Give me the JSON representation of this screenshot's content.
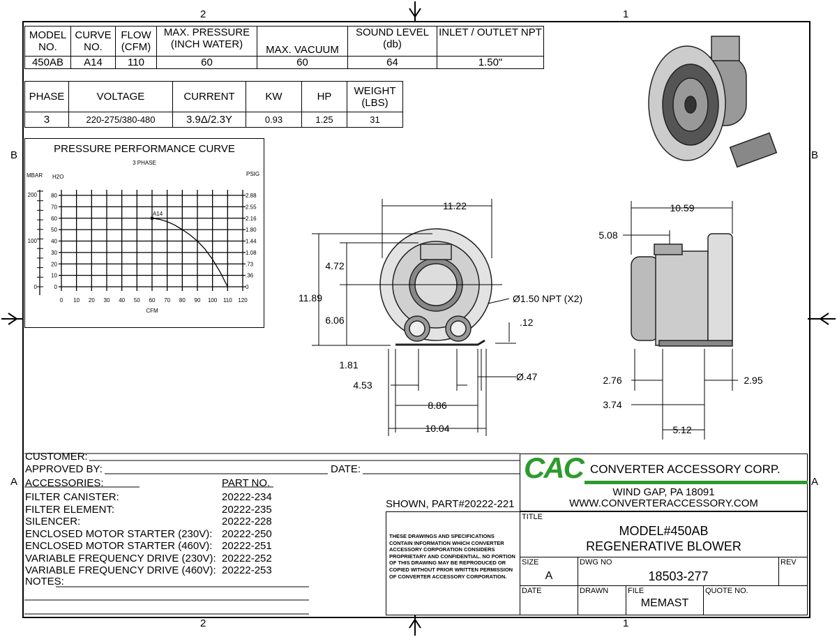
{
  "frame": {
    "zone_top_left": "2",
    "zone_top_right": "1",
    "zone_bottom_left": "2",
    "zone_bottom_right": "1",
    "zone_b": "B",
    "zone_a": "A"
  },
  "spec_table_1": {
    "headers": [
      "MODEL NO.",
      "CURVE NO.",
      "FLOW (CFM)",
      "MAX. PRESSURE (INCH WATER)",
      "MAX. VACUUM",
      "SOUND LEVEL (db)",
      "INLET / OUTLET NPT"
    ],
    "values": [
      "450AB",
      "A14",
      "110",
      "60",
      "60",
      "64",
      "1.50\""
    ]
  },
  "spec_table_2": {
    "headers": [
      "PHASE",
      "VOLTAGE",
      "CURRENT",
      "KW",
      "HP",
      "WEIGHT (LBS)"
    ],
    "values": [
      "3",
      "220-275/380-480",
      "3.9Δ/2.3Y",
      "0.93",
      "1.25",
      "31"
    ]
  },
  "chart_data": {
    "type": "line",
    "title": "PRESSURE PERFORMANCE CURVE",
    "subtitle": "3 PHASE",
    "xlabel": "CFM",
    "ylabel": "H2O",
    "ylabel_left_outer": "MBAR",
    "ylabel_right": "PSIG",
    "x_ticks": [
      0,
      10,
      20,
      30,
      40,
      50,
      60,
      70,
      80,
      90,
      100,
      110,
      120
    ],
    "y_ticks": [
      0,
      10,
      20,
      30,
      40,
      50,
      60,
      70,
      80
    ],
    "mbar_ticks": [
      "0",
      "100",
      "200"
    ],
    "psig_ticks": [
      "0",
      ".36",
      ".73",
      "1.08",
      "1.44",
      "1.80",
      "2.16",
      "2.55",
      "2.88"
    ],
    "xlim": [
      0,
      120
    ],
    "ylim": [
      0,
      80
    ],
    "grid": true,
    "series": [
      {
        "name": "A14",
        "x": [
          60,
          65,
          70,
          75,
          80,
          85,
          90,
          95,
          100,
          105,
          110
        ],
        "y": [
          60,
          59,
          57,
          54,
          50,
          45.5,
          40,
          33,
          24,
          13,
          0
        ]
      }
    ],
    "annotation": "A14"
  },
  "dimensions": {
    "front": [
      "11.22",
      "4.72",
      "11.89",
      "6.06",
      "1.81",
      "4.53",
      "8.86",
      "10.04",
      "Ø1.50 NPT (X2)",
      ".12",
      "Ø.47"
    ],
    "side": [
      "10.59",
      "5.08",
      "2.76",
      "2.95",
      "3.74",
      "5.12"
    ]
  },
  "customer": {
    "customer_label": "CUSTOMER:",
    "approved_label": "APPROVED BY:",
    "date_label": "DATE:",
    "accessories_label": "ACCESSORIES:",
    "part_no_label": "PART NO.",
    "notes_label": "NOTES:",
    "accessories": [
      {
        "name": "FILTER CANISTER:",
        "part": "20222-234"
      },
      {
        "name": "FILTER ELEMENT:",
        "part": "20222-235"
      },
      {
        "name": "SILENCER:",
        "part": "20222-228"
      },
      {
        "name": "ENCLOSED MOTOR STARTER (230V):",
        "part": "20222-250"
      },
      {
        "name": "ENCLOSED MOTOR STARTER (460V):",
        "part": "20222-251"
      },
      {
        "name": "VARIABLE FREQUENCY DRIVE (230V):",
        "part": "20222-252"
      },
      {
        "name": "VARIABLE FREQUENCY DRIVE (460V):",
        "part": "20222-253"
      }
    ]
  },
  "shown_part": "SHOWN, PART#20222-221",
  "company": {
    "logo": "CAC",
    "name": "CONVERTER ACCESSORY CORP.",
    "address": "WIND GAP, PA 18091",
    "website": "WWW.CONVERTERACCESSORY.COM",
    "color": "#2e9a2e"
  },
  "disclaimer": "THESE DRAWINGS AND SPECIFICATIONS CONTAIN INFORMATION WHICH CONVERTER ACCESSORY CORPORATION CONSIDERS PROPRIETARY AND CONFIDENTIAL. NO PORTION OF THIS DRAWING MAY BE REPRODUCED OR COPIED WITHOUT PRIOR WRITTEN PERMISSION OF CONVERTER ACCESSORY CORPORATION.",
  "title_block": {
    "title_label": "TITLE",
    "title_line1": "MODEL#450AB",
    "title_line2": "REGENERATIVE BLOWER",
    "size_label": "SIZE",
    "size": "A",
    "dwg_label": "DWG NO",
    "dwg_no": "18503-277",
    "rev_label": "REV",
    "date_label": "DATE",
    "drawn_label": "DRAWN",
    "file_label": "FILE",
    "file": "MEMAST",
    "quote_label": "QUOTE NO."
  }
}
